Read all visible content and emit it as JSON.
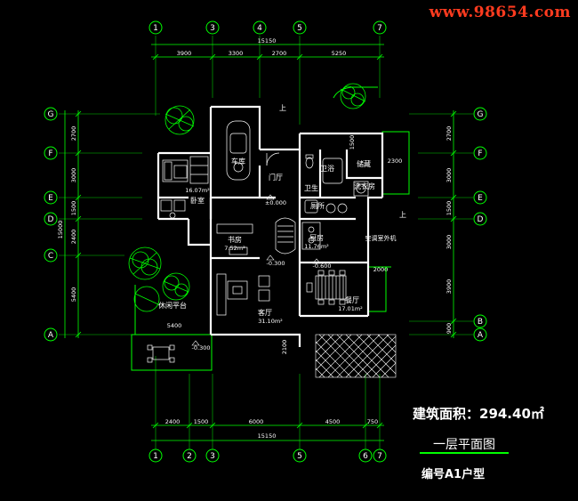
{
  "watermark": "www.98654.com",
  "info": {
    "area_label": "建筑面积：294.40㎡",
    "title": "一层平面图",
    "code": "编号A1户型"
  },
  "axes": {
    "columns": [
      "1",
      "3",
      "4",
      "5",
      "7"
    ],
    "bottom_columns": [
      "1",
      "2",
      "3",
      "5",
      "6",
      "7"
    ],
    "rows": [
      "G",
      "F",
      "E",
      "D",
      "C",
      "B",
      "A"
    ]
  },
  "dimensions": {
    "top_total": "15150",
    "top_segments": [
      "3900",
      "3300",
      "2700",
      "5250"
    ],
    "bottom_total": "15150",
    "bottom_segments": [
      "2400",
      "1500",
      "6000",
      "4500",
      "750"
    ],
    "left_total": "15000",
    "left_segments": [
      "2700",
      "3000",
      "1500",
      "2400",
      "5400"
    ],
    "right_segments": [
      "2700",
      "3000",
      "1500",
      "3000",
      "3900",
      "900"
    ],
    "misc": [
      "1500",
      "2300",
      "2000",
      "5400",
      "2100"
    ]
  },
  "rooms": {
    "garage": "车库",
    "bedroom": "卧室",
    "bedroom_area": "16.07m²",
    "entry": "门厅",
    "storage": "储藏",
    "laundry": "洗衣房",
    "bath": "卫浴",
    "bath2": "卫生",
    "toilet": "厕所",
    "kitchen": "厨房",
    "kitchen_area": "11.76m²",
    "study": "书房",
    "study_area": "7.52m²",
    "living": "客厅",
    "living_area": "31.10m²",
    "dining": "餐厅",
    "dining_area": "17.01m²",
    "leisure": "休闲平台",
    "ac": "空调室外机",
    "up": "上"
  },
  "levels": [
    "±0.000",
    "-0.300",
    "-0.600",
    "-0.300"
  ],
  "colors": {
    "wall": "#ffffff",
    "axis": "#00ff00",
    "dim": "#00ff00",
    "furniture": "#ffffff",
    "room_text": "#ffffff",
    "watermark": "#ff3b1f"
  }
}
